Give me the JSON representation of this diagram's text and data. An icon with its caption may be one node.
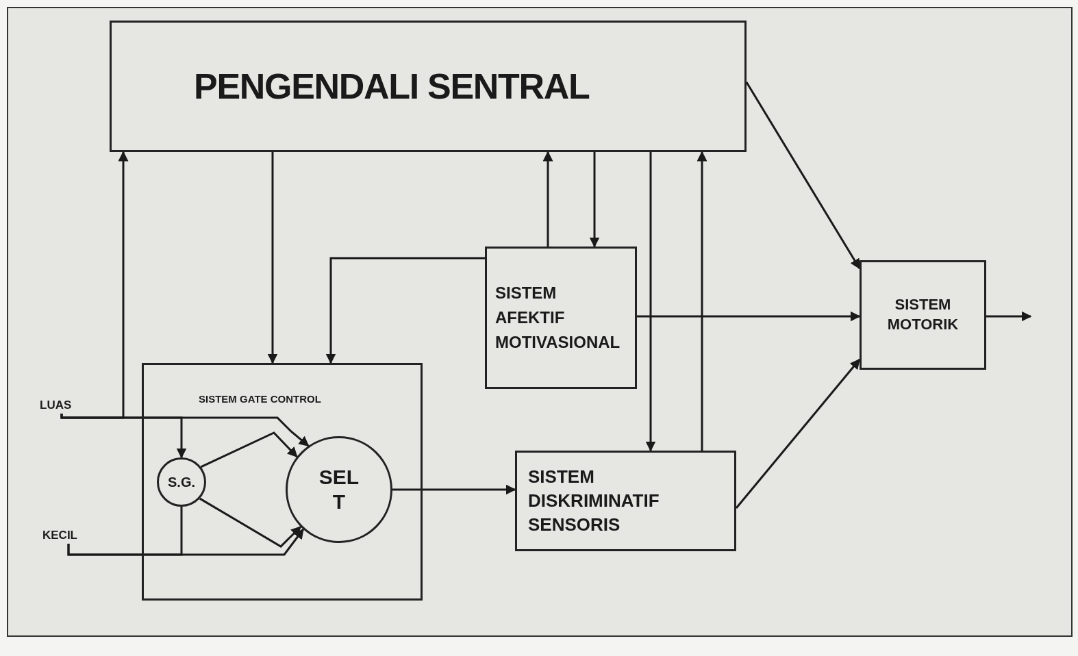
{
  "diagram": {
    "nodes": [
      {
        "text": [
          "PENGENDALI SENTRAL"
        ]
      },
      {
        "text": [
          "SISTEM AFEKTIF MOTIVASIONAL"
        ]
      },
      {
        "text": [
          "SISTEM MOTORIK"
        ]
      },
      {
        "text": [
          "SISTEM GATE CONTROL"
        ]
      },
      {
        "text": [
          "S.G."
        ],
        "in": 3
      },
      {
        "text": [
          "SEL T"
        ],
        "in": 3
      },
      {
        "text": [
          "SISTEM DISKRIMINATIF SENSORIS"
        ]
      },
      {
        "text": [
          "LUAS"
        ]
      },
      {
        "text": [
          "KECIL"
        ]
      }
    ],
    "edges": [
      {
        "from": 7,
        "to": 0,
        "arrow": "to"
      },
      {
        "from": 0,
        "to": 3,
        "arrow": "to"
      },
      {
        "from": 1,
        "to": 3,
        "arrow": "to"
      },
      {
        "from": 1,
        "to": 0,
        "arrow": "to"
      },
      {
        "from": 0,
        "to": 1,
        "arrow": "to"
      },
      {
        "from": 0,
        "to": 6,
        "arrow": "to"
      },
      {
        "from": 6,
        "to": 0,
        "arrow": "to"
      },
      {
        "from": 0,
        "to": 2,
        "arrow": "to"
      },
      {
        "from": 1,
        "to": 2,
        "arrow": "to"
      },
      {
        "from": 6,
        "to": 2,
        "arrow": "to"
      },
      {
        "from": 2,
        "to": null,
        "arrow": "to"
      },
      {
        "from": 5,
        "to": 6,
        "arrow": "to"
      },
      {
        "from": 7,
        "to": 5,
        "arrow": "to"
      },
      {
        "from": 7,
        "to": 4,
        "arrow": "to"
      },
      {
        "from": 8,
        "to": 5,
        "arrow": "to"
      },
      {
        "from": 8,
        "to": 4,
        "arrow": "none"
      },
      {
        "from": 4,
        "to": 5,
        "arrow": "to"
      },
      {
        "from": 4,
        "to": 5,
        "arrow": "to"
      }
    ]
  }
}
